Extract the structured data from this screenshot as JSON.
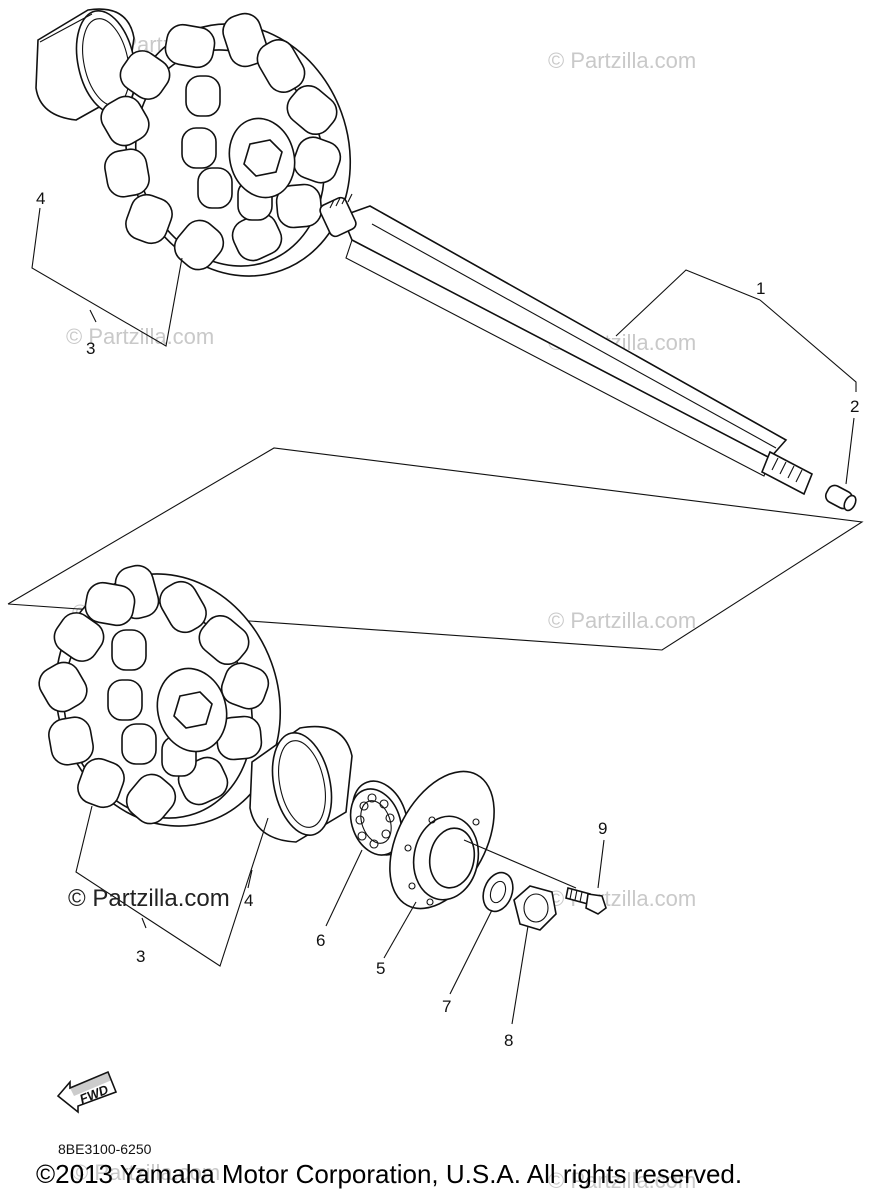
{
  "watermark": {
    "text": "© Partzilla.com",
    "text_short": "© Partzilla.com",
    "text_dark": "© Partzilla.com"
  },
  "callouts": {
    "shaft": "1",
    "plug": "2",
    "sprocket_top": "3",
    "sprocket_bottom": "3",
    "collar_top": "4",
    "collar_bottom": "4",
    "bearing_housing": "5",
    "bearing": "6",
    "washer": "7",
    "nut": "8",
    "bolt": "9"
  },
  "fwd_label": "FWD",
  "diagram_code": "8BE3100-6250",
  "copyright": "©2013 Yamaha Motor Corporation, U.S.A. All rights reserved."
}
